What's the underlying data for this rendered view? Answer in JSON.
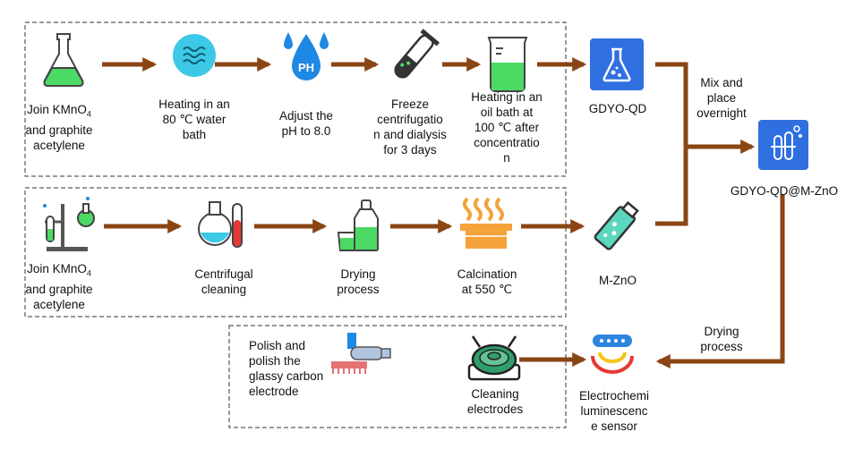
{
  "colors": {
    "arrow": "#8B4513",
    "flask_green": "#4CD964",
    "water_cyan": "#3CC8E6",
    "ph_blue": "#1E88E5",
    "tile_blue": "#2F6FE0",
    "tube_red": "#E53935",
    "heat_orange": "#F4A23A",
    "sensor_blue": "#2E86DE",
    "sensor_yellow": "#F5C518",
    "sensor_red": "#E53935",
    "electrode_green": "#2E9E6B"
  },
  "row1": {
    "step1": [
      "Join KMnO",
      "and graphite",
      "acetylene"
    ],
    "step1_sub": "4",
    "step2": [
      "Heating in an",
      "80 ℃ water",
      "bath"
    ],
    "step3": [
      "Adjust the",
      "pH to 8.0"
    ],
    "step4": [
      "Freeze",
      "centrifugatio",
      "n and dialysis",
      "for 3 days"
    ],
    "step5": [
      "Heating in an",
      "oil bath at",
      "100 ℃ after",
      "concentratio",
      "n"
    ],
    "product": "GDYO-QD"
  },
  "row2": {
    "step1": [
      "Join KMnO",
      "and graphite",
      "acetylene"
    ],
    "step1_sub": "4",
    "step2": [
      "Centrifugal",
      "cleaning"
    ],
    "step3": [
      "Drying",
      "process"
    ],
    "step4": [
      "Calcination",
      "at 550 ℃"
    ],
    "product": "M-ZnO"
  },
  "merge": {
    "label": [
      "Mix and",
      "place",
      "overnight"
    ],
    "product": "GDYO-QD@M-ZnO"
  },
  "row3": {
    "step1": [
      "Polish and",
      "polish the",
      "glassy carbon",
      "electrode"
    ],
    "step2": [
      "Cleaning",
      "electrodes"
    ],
    "drying": [
      "Drying",
      "process"
    ],
    "sensor": [
      "Electrochemi",
      "luminescenc",
      "e sensor"
    ]
  },
  "icons": {
    "row1": [
      "erlenmeyer-flask-icon",
      "water-waves-icon",
      "ph-drop-icon",
      "test-tube-icon",
      "beaker-icon",
      "flask-tile-icon"
    ],
    "row2": [
      "lab-stand-icon",
      "flask-tube-icon",
      "bottles-icon",
      "heating-icon",
      "vial-icon"
    ],
    "product": "test-tubes-tile-icon",
    "row3": [
      "polisher-icon",
      "ultrasonic-cleaner-icon",
      "ecl-sensor-icon"
    ]
  }
}
